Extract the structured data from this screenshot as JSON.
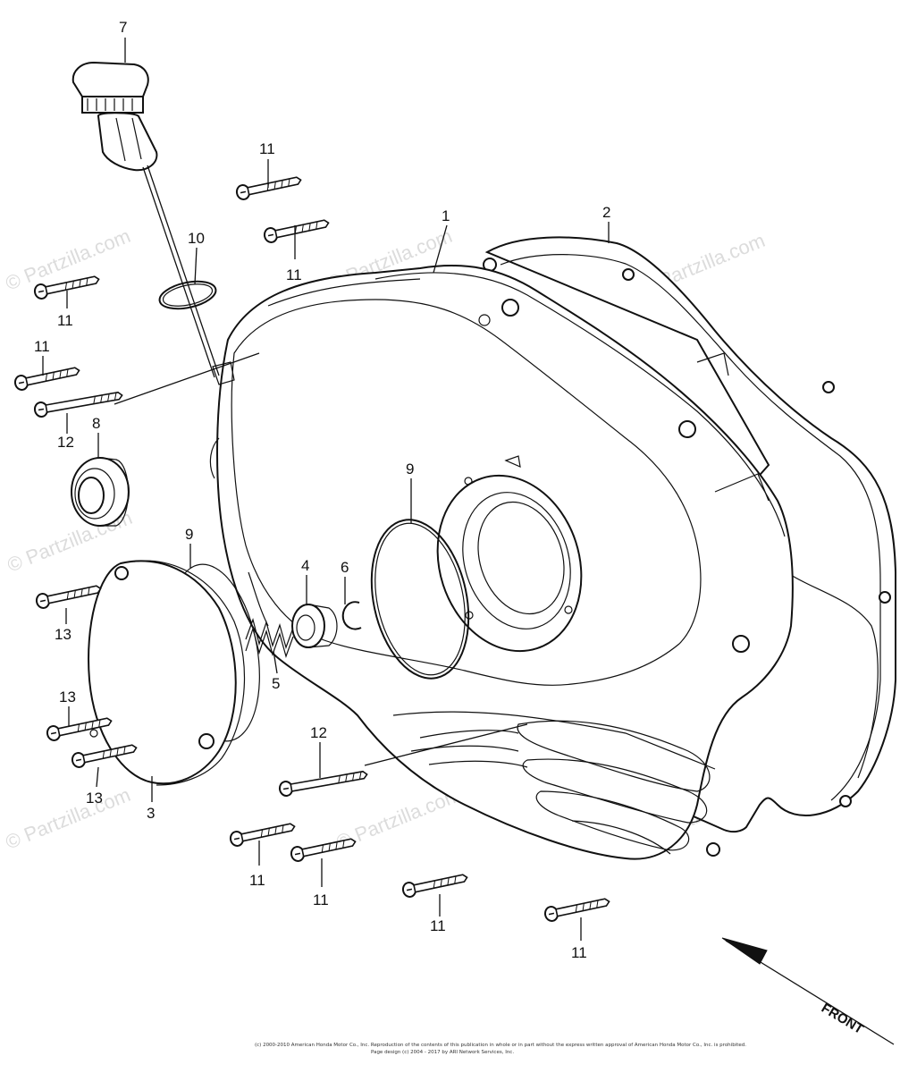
{
  "watermark_text": "© Partzilla.com",
  "front_label": "FRONT",
  "footer_line_1": "(c) 2000-2010 American Honda Motor Co., Inc. Reproduction of the contents of this publication in whole or in part without the express written approval of American Honda Motor Co., Inc. is prohibited.",
  "footer_line_2": "Page design (c) 2004 - 2017 by ARI Network Services, Inc.",
  "callouts": {
    "c1": "1",
    "c2": "2",
    "c3": "3",
    "c4": "4",
    "c5": "5",
    "c6": "6",
    "c7": "7",
    "c8": "8",
    "c9a": "9",
    "c9b": "9",
    "c10": "10",
    "c11a": "11",
    "c11b": "11",
    "c11c": "11",
    "c11d": "11",
    "c11e": "11",
    "c11f": "11",
    "c11g": "11",
    "c11h": "11",
    "c12a": "12",
    "c12b": "12",
    "c13a": "13",
    "c13b": "13",
    "c13c": "13"
  }
}
